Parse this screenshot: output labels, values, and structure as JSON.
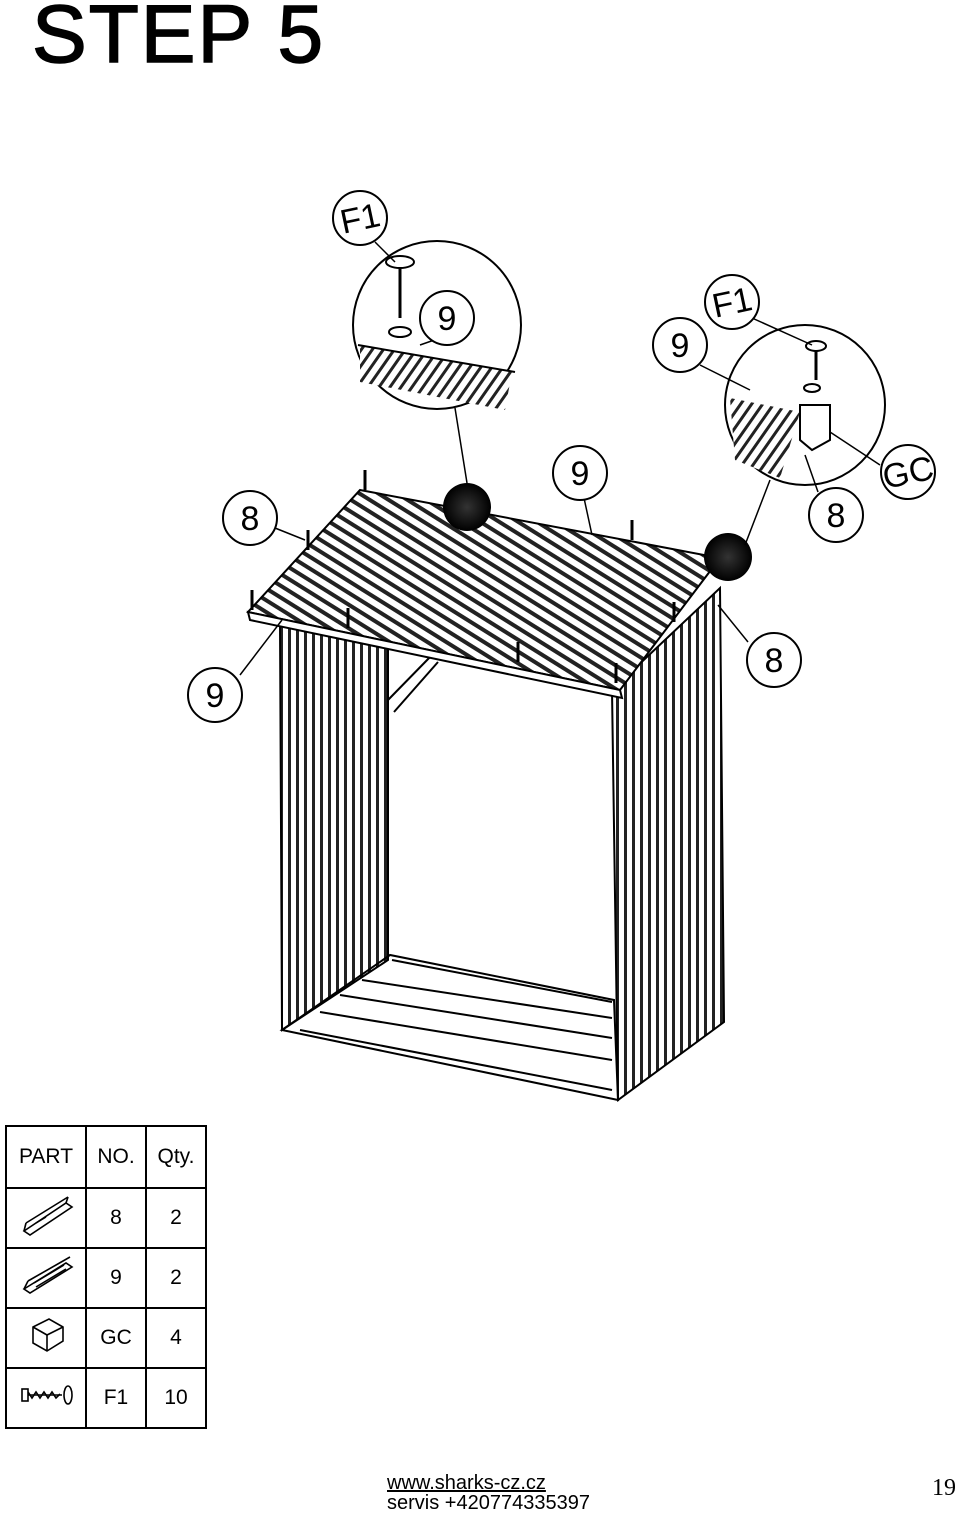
{
  "header": {
    "title": "STEP 5"
  },
  "callouts": {
    "f1_top": "F1",
    "nine_zoom_left": "9",
    "nine_right_zoom": "9",
    "f1_right": "F1",
    "gc_right": "GC",
    "eight_right_zoom": "8",
    "eight_left": "8",
    "nine_top": "9",
    "eight_lower_right": "8",
    "nine_left": "9"
  },
  "parts_table": {
    "headers": [
      "PART",
      "NO.",
      "Qty."
    ],
    "rows": [
      {
        "icon": "rail-8-icon",
        "no": "8",
        "qty": "2"
      },
      {
        "icon": "rail-9-icon",
        "no": "9",
        "qty": "2"
      },
      {
        "icon": "cube-icon",
        "no": "GC",
        "qty": "4"
      },
      {
        "icon": "screw-icon",
        "no": "F1",
        "qty": "10"
      }
    ]
  },
  "footer": {
    "website": "www.sharks-cz.cz",
    "service": "servis +420774335397",
    "page_number": "19"
  }
}
